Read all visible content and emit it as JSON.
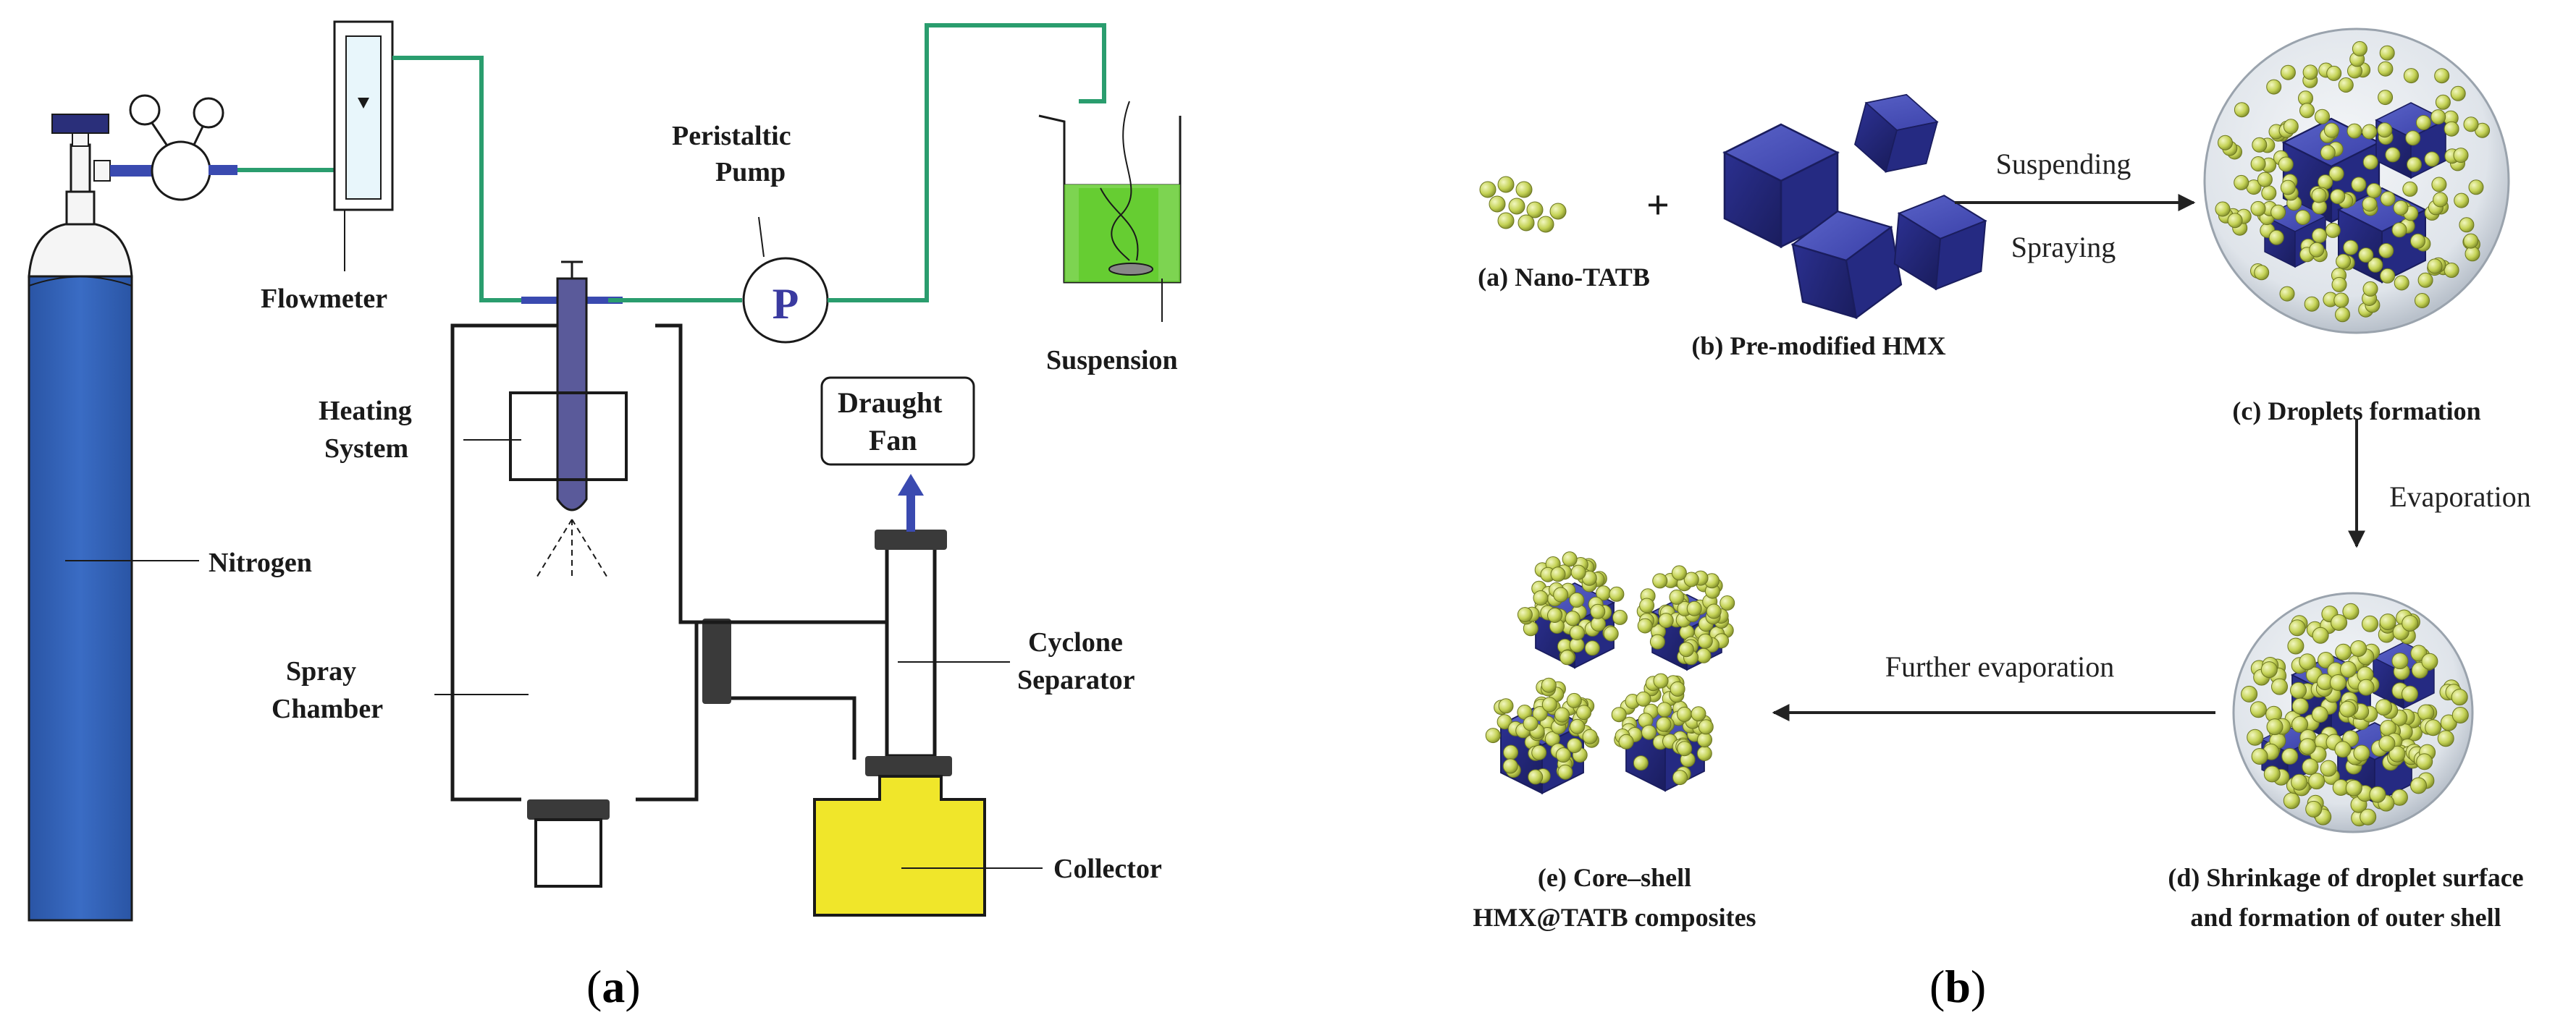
{
  "panel_a": {
    "tag_open": "(",
    "tag_letter": "a",
    "tag_close": ")",
    "labels": {
      "flowmeter": "Flowmeter",
      "peristaltic_1": "Peristaltic",
      "peristaltic_2": "Pump",
      "pump_symbol": "P",
      "suspension": "Suspension",
      "heating_1": "Heating",
      "heating_2": "System",
      "draught_1": "Draught",
      "draught_2": "Fan",
      "nitrogen": "Nitrogen",
      "spray_1": "Spray",
      "spray_2": "Chamber",
      "cyclone_1": "Cyclone",
      "cyclone_2": "Separator",
      "collector": "Collector"
    }
  },
  "panel_b": {
    "tag_open": "(",
    "tag_letter": "b",
    "tag_close": ")",
    "labels": {
      "plus": "+",
      "nano_tatb": "(a) Nano-TATB",
      "pre_modified": "(b) Pre-modified HMX",
      "suspending": "Suspending",
      "spraying": "Spraying",
      "droplets": "(c) Droplets formation",
      "evaporation": "Evaporation",
      "further_evap": "Further evaporation",
      "core_shell_1": "(e) Core–shell",
      "core_shell_2": "HMX@TATB composites",
      "shrinkage_1": "(d) Shrinkage of droplet surface",
      "shrinkage_2": "and formation of outer shell"
    }
  },
  "colors": {
    "cylinder_blue": "#2f5fb5",
    "pipe_green": "#2a9d6e",
    "suspension_green": "#66cc33",
    "collector_yellow": "#f0e62a",
    "heater_purple": "#5a5a9a",
    "particle_yellow": "#c8d860",
    "crystal_blue": "#2a2f8f"
  }
}
